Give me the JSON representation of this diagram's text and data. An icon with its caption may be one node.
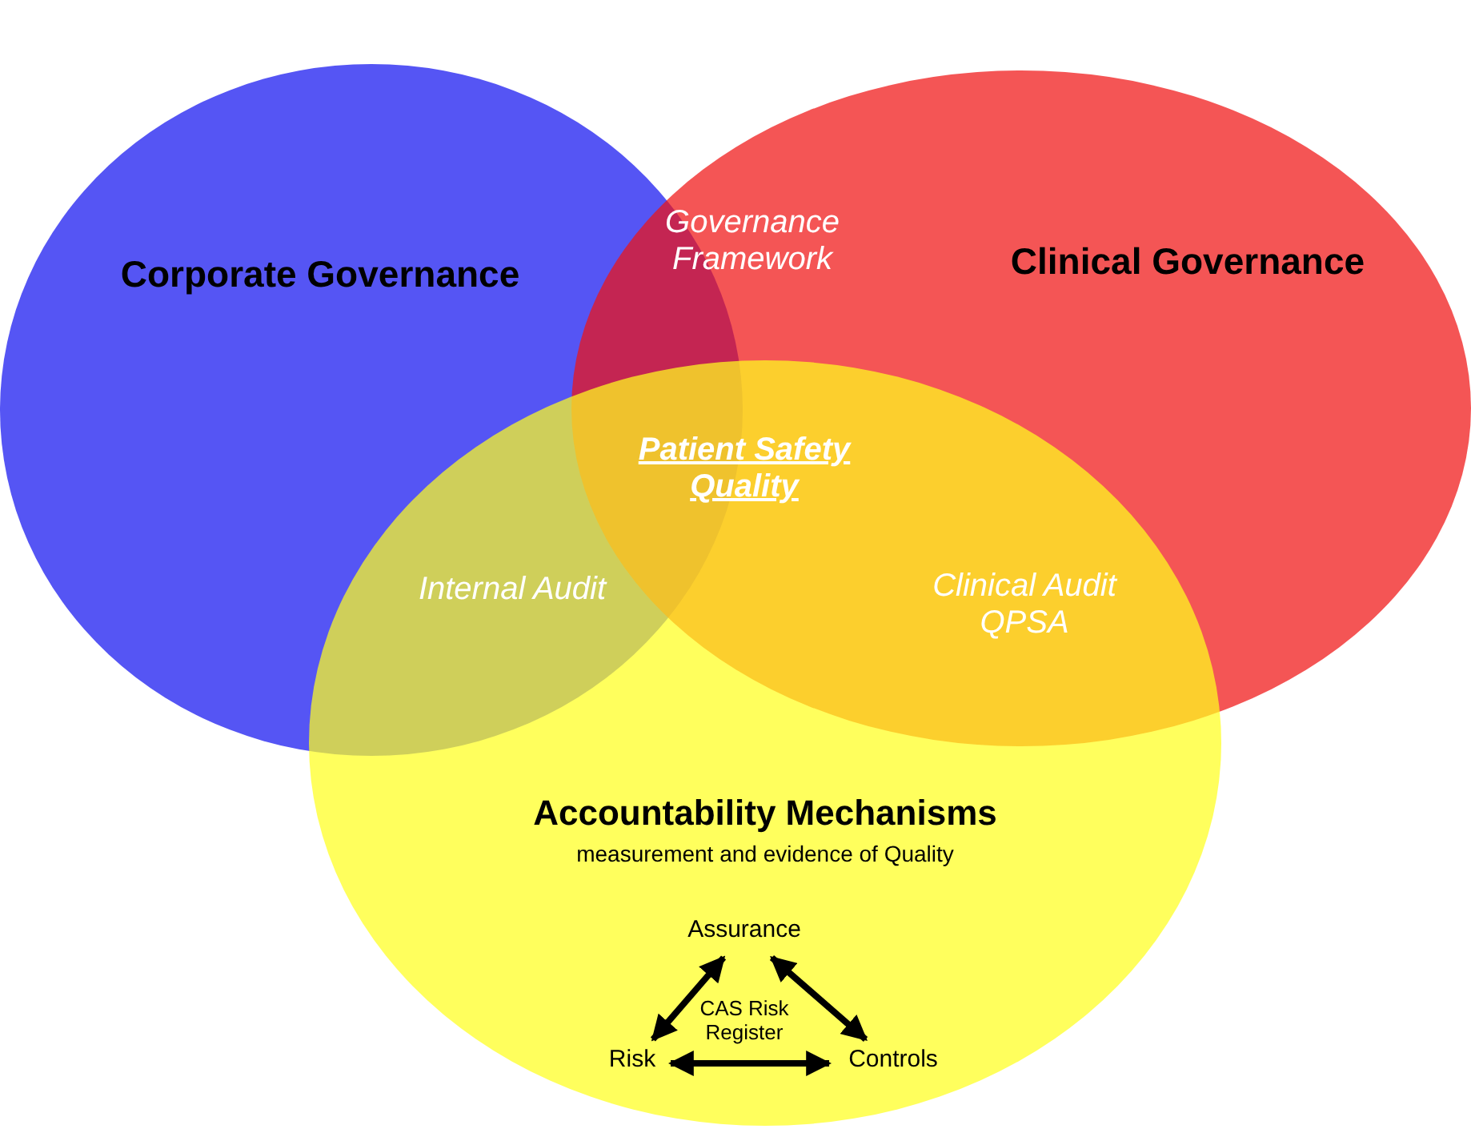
{
  "diagram": {
    "nodes": [
      {
        "text": [
          "Corporate Governance"
        ]
      },
      {
        "text": [
          "Clinical Governance"
        ]
      },
      {
        "text": [
          "Accountability Mechanisms",
          "measurement and evidence of Quality"
        ]
      },
      {
        "text": [
          "Assurance"
        ],
        "in": 2
      },
      {
        "text": [
          "Risk"
        ],
        "in": 2
      },
      {
        "text": [
          "Controls"
        ],
        "in": 2
      }
    ],
    "edges": [
      {
        "from": 3,
        "to": 4,
        "arrow": "both"
      },
      {
        "from": 3,
        "to": 5,
        "arrow": "both"
      },
      {
        "from": 4,
        "to": 5,
        "arrow": "both"
      }
    ],
    "labels": [
      "Governance Framework",
      "Patient Safety Quality",
      "Internal Audit",
      "Clinical Audit QPSA",
      "CAS Risk Register"
    ]
  }
}
